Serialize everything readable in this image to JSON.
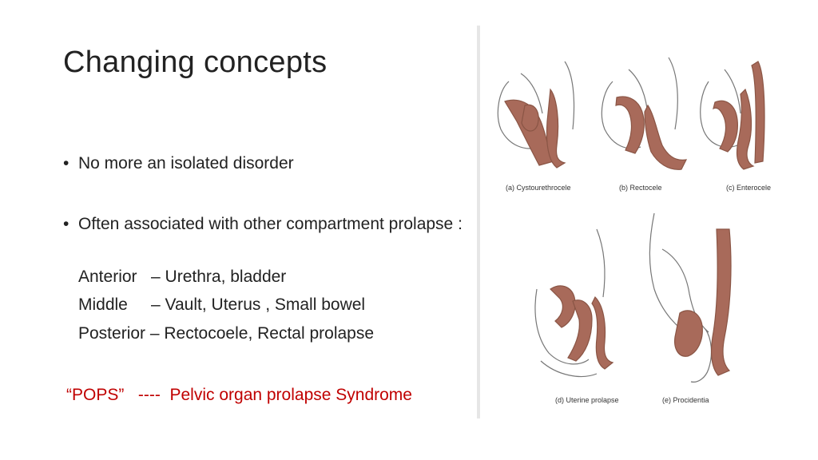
{
  "slide": {
    "title": "Changing concepts",
    "bullets": [
      "No more an isolated disorder",
      "Often  associated with  other compartment prolapse :"
    ],
    "compartments": [
      "Anterior   – Urethra, bladder",
      "Middle     – Vault, Uterus , Small bowel",
      "Posterior – Rectocoele, Rectal prolapse"
    ],
    "pops": "“POPS”   ----  Pelvic organ prolapse Syndrome",
    "colors": {
      "title": "#222222",
      "pops": "#c00000",
      "tissue": "#a86a5a"
    }
  },
  "figure": {
    "captions": [
      "(a) Cystourethrocele",
      "(b) Rectocele",
      "(c) Enterocele",
      "(d) Uterine prolapse",
      "(e) Procidentia"
    ]
  }
}
